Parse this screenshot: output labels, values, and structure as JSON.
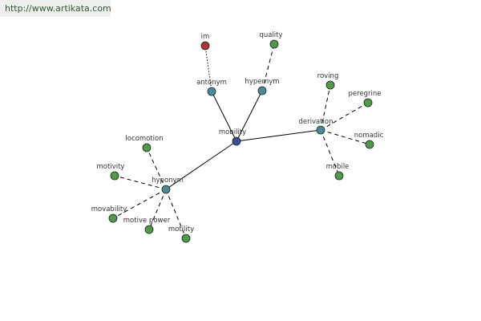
{
  "source_link": "http://www.artikata.com",
  "colors": {
    "root": "#3b4e96",
    "relation": "#4a8c94",
    "word": "#4e9a48",
    "antonym_word": "#a8383a",
    "edge": "#000000"
  },
  "graph": {
    "nodes": [
      {
        "id": "mobility",
        "label": "mobility",
        "kind": "root"
      },
      {
        "id": "antonym",
        "label": "antonym",
        "kind": "relation"
      },
      {
        "id": "hypernym",
        "label": "hypernym",
        "kind": "relation"
      },
      {
        "id": "derivation",
        "label": "derivation",
        "kind": "relation"
      },
      {
        "id": "hyponym",
        "label": "hyponym",
        "kind": "relation"
      },
      {
        "id": "im",
        "label": "im",
        "kind": "antonym_word"
      },
      {
        "id": "quality",
        "label": "quality",
        "kind": "word"
      },
      {
        "id": "roving",
        "label": "roving",
        "kind": "word"
      },
      {
        "id": "peregrine",
        "label": "peregrine",
        "kind": "word"
      },
      {
        "id": "nomadic",
        "label": "nomadic",
        "kind": "word"
      },
      {
        "id": "mobile",
        "label": "mobile",
        "kind": "word"
      },
      {
        "id": "locomotion",
        "label": "locomotion",
        "kind": "word"
      },
      {
        "id": "motivity_1",
        "label": "motivity",
        "kind": "word"
      },
      {
        "id": "movability",
        "label": "movability",
        "kind": "word"
      },
      {
        "id": "motive_power",
        "label": "motive power",
        "kind": "word"
      },
      {
        "id": "motility",
        "label": "motility",
        "kind": "word"
      }
    ],
    "edges": [
      {
        "from": "mobility",
        "to": "antonym",
        "style": "solid"
      },
      {
        "from": "mobility",
        "to": "hypernym",
        "style": "solid"
      },
      {
        "from": "mobility",
        "to": "derivation",
        "style": "solid"
      },
      {
        "from": "mobility",
        "to": "hyponym",
        "style": "solid"
      },
      {
        "from": "antonym",
        "to": "im",
        "style": "dotted"
      },
      {
        "from": "hypernym",
        "to": "quality",
        "style": "dashed"
      },
      {
        "from": "derivation",
        "to": "roving",
        "style": "dashed"
      },
      {
        "from": "derivation",
        "to": "peregrine",
        "style": "dashed"
      },
      {
        "from": "derivation",
        "to": "nomadic",
        "style": "dashed"
      },
      {
        "from": "derivation",
        "to": "mobile",
        "style": "dashed"
      },
      {
        "from": "hyponym",
        "to": "locomotion",
        "style": "dashed"
      },
      {
        "from": "hyponym",
        "to": "motivity_1",
        "style": "dashed"
      },
      {
        "from": "hyponym",
        "to": "movability",
        "style": "dashed"
      },
      {
        "from": "hyponym",
        "to": "motive_power",
        "style": "dashed"
      },
      {
        "from": "hyponym",
        "to": "motility",
        "style": "dashed"
      }
    ]
  }
}
